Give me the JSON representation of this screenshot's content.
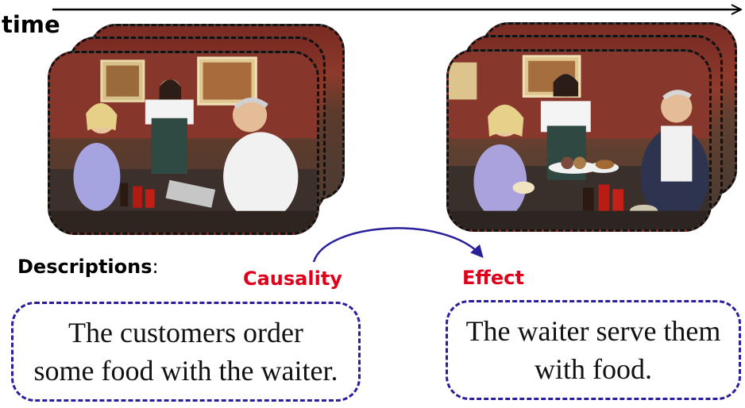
{
  "timeline": {
    "label": "time"
  },
  "descriptions": {
    "heading": "Descriptions",
    "colon": ":"
  },
  "causality": {
    "tag": "Causality",
    "text_line1": "The customers order",
    "text_line2": "some food with the waiter."
  },
  "effect": {
    "tag": "Effect",
    "text_line1": "The waiter serve them",
    "text_line2": "with food."
  },
  "colors": {
    "tag_red": "#e0001b",
    "box_border": "#2a1f9a",
    "arrow": "#2a1f9a",
    "frame_border": "#111111"
  }
}
